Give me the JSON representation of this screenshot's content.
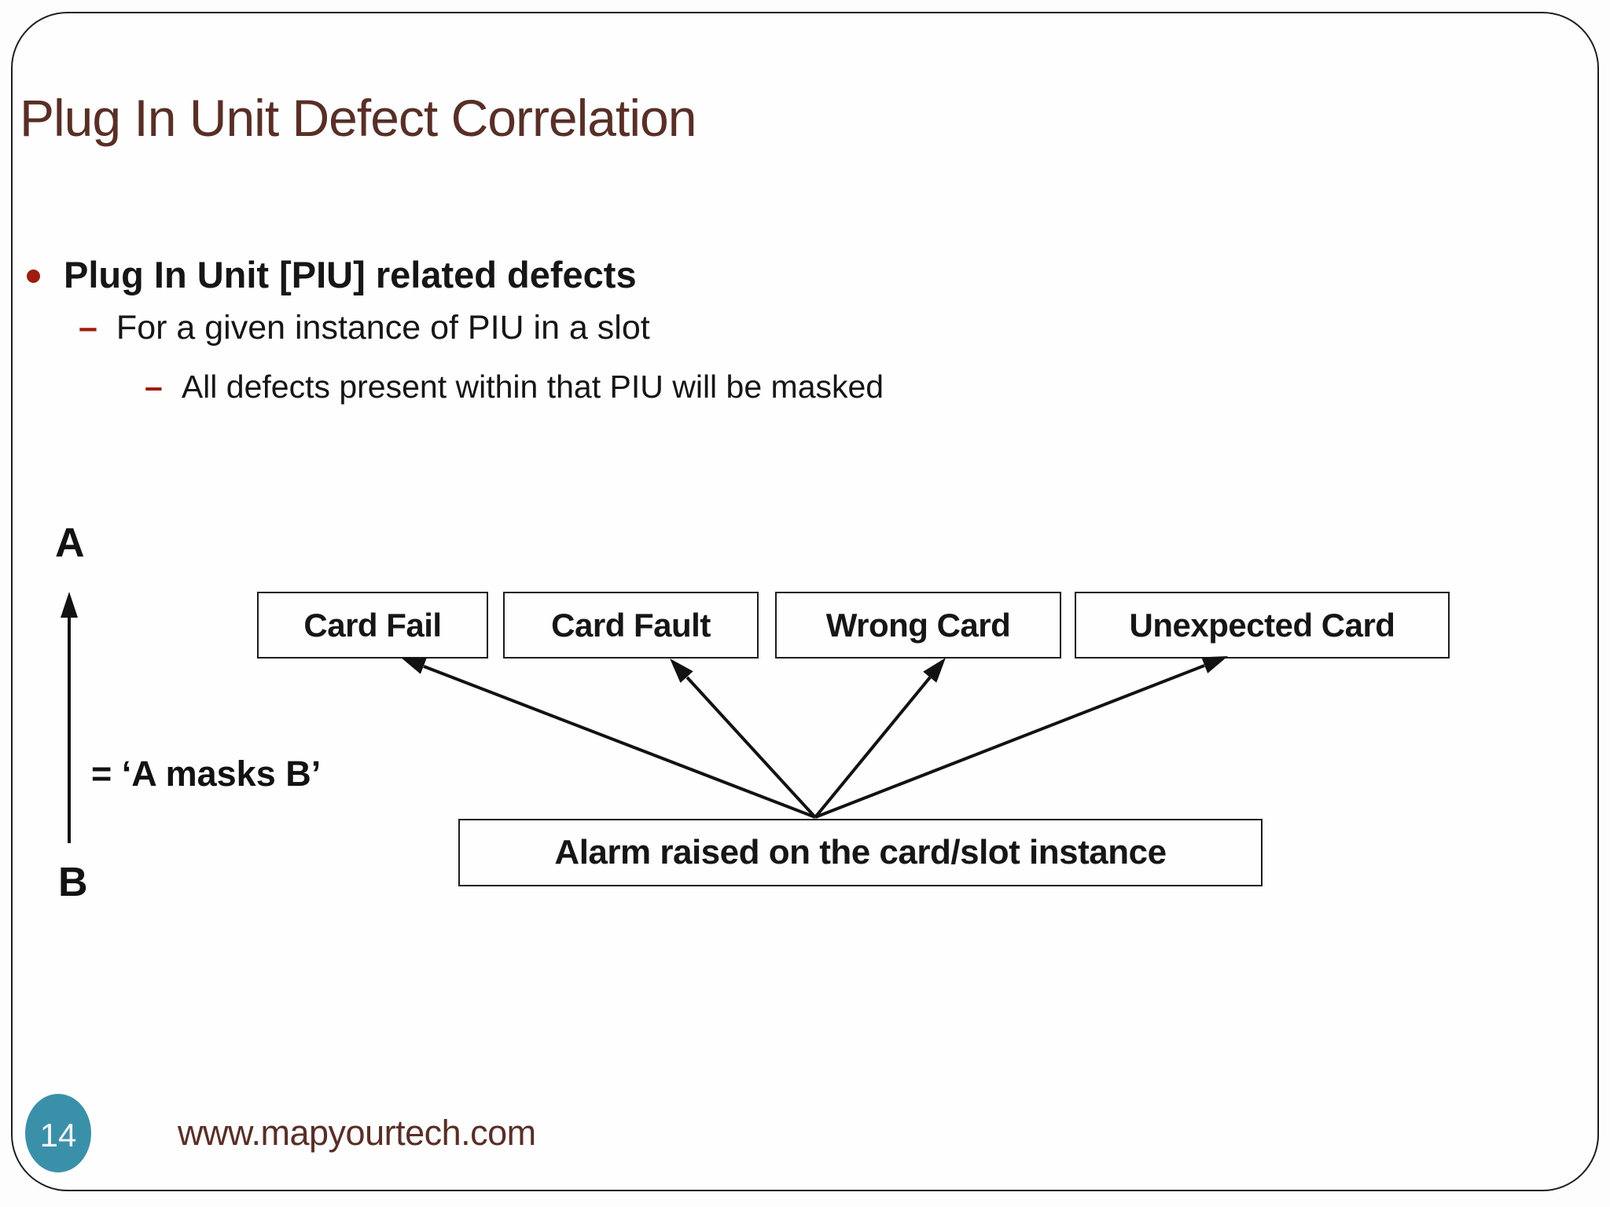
{
  "slide": {
    "title": "Plug In Unit Defect Correlation",
    "bullets": [
      {
        "level": 1,
        "text": "Plug In Unit [PIU] related defects"
      },
      {
        "level": 2,
        "text": "For a given instance of PIU in a slot"
      },
      {
        "level": 3,
        "text": "All defects present within that PIU will be masked"
      }
    ],
    "bullet_markers": {
      "l2_dash": "–",
      "l3_dash": "–"
    },
    "diagram": {
      "label_top": "A",
      "label_bottom": "B",
      "relation_label": "= ‘A masks B’",
      "defect_boxes": [
        "Card Fail",
        "Card Fault",
        "Wrong Card",
        "Unexpected Card"
      ],
      "alarm_box": "Alarm raised on the card/slot instance"
    },
    "footer": {
      "page_number": "14",
      "website": "www.mapyourtech.com"
    },
    "colors": {
      "title_text": "#582f27",
      "bullet_marker": "#9e1c10",
      "body_text": "#161616",
      "page_badge": "#3b90a9",
      "box_border": "#1c1c1c"
    }
  }
}
